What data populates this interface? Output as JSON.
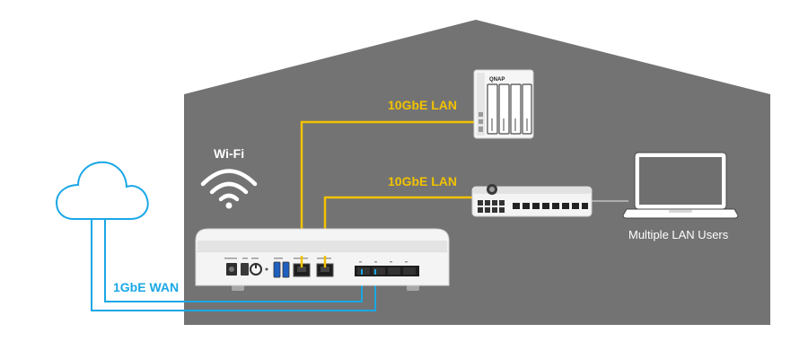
{
  "labels": {
    "wifi": "Wi-Fi",
    "nas_link": "10GbE LAN",
    "switch_link": "10GbE LAN",
    "wan": "1GbE WAN",
    "users": "Multiple LAN Users"
  },
  "nas": {
    "brand": "QNAP"
  },
  "colors": {
    "house": "#737373",
    "lan_cable": "#f2c200",
    "wan_cable": "#1aa7e6",
    "device_body": "#f4f4f4"
  },
  "icons": [
    "cloud-icon",
    "wifi-icon",
    "laptop-icon",
    "nas-icon",
    "switch-icon",
    "router-icon"
  ]
}
